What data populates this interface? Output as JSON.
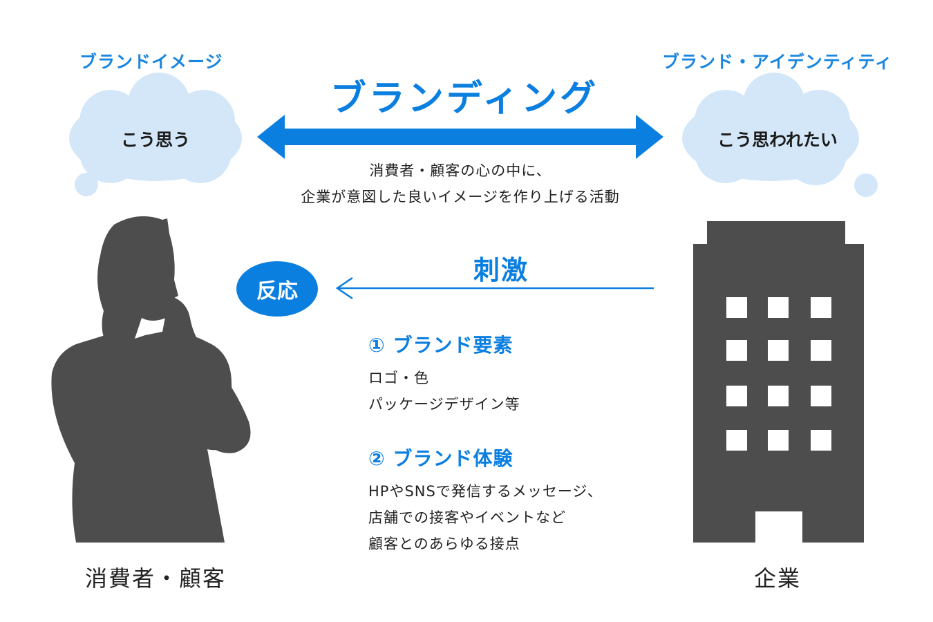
{
  "consumer": {
    "label_top": "ブランドイメージ",
    "thought": "こう思う",
    "caption": "消費者・顧客"
  },
  "company": {
    "label_top": "ブランド・アイデンティティ",
    "thought": "こう思われたい",
    "caption": "企業"
  },
  "branding": {
    "title": "ブランディング",
    "desc_line1": "消費者・顧客の心の中に、",
    "desc_line2": "企業が意図した良いイメージを作り上げる活動"
  },
  "stimulus": {
    "label": "刺激"
  },
  "reaction": {
    "label": "反応"
  },
  "sections": [
    {
      "heading": "① ブランド要素",
      "lines": [
        "ロゴ・色",
        "パッケージデザイン等"
      ]
    },
    {
      "heading": "② ブランド体験",
      "lines": [
        "HPやSNSで発信するメッセージ、",
        "店舗での接客やイベントなど",
        "顧客とのあらゆる接点"
      ]
    }
  ],
  "colors": {
    "accent": "#0b7fe0",
    "cloud": "#d3e7f9",
    "silhouette": "#4d4d4d"
  },
  "icons": [
    "cloud-icon",
    "double-arrow-icon",
    "left-arrow-icon",
    "person-silhouette-icon",
    "building-icon"
  ]
}
